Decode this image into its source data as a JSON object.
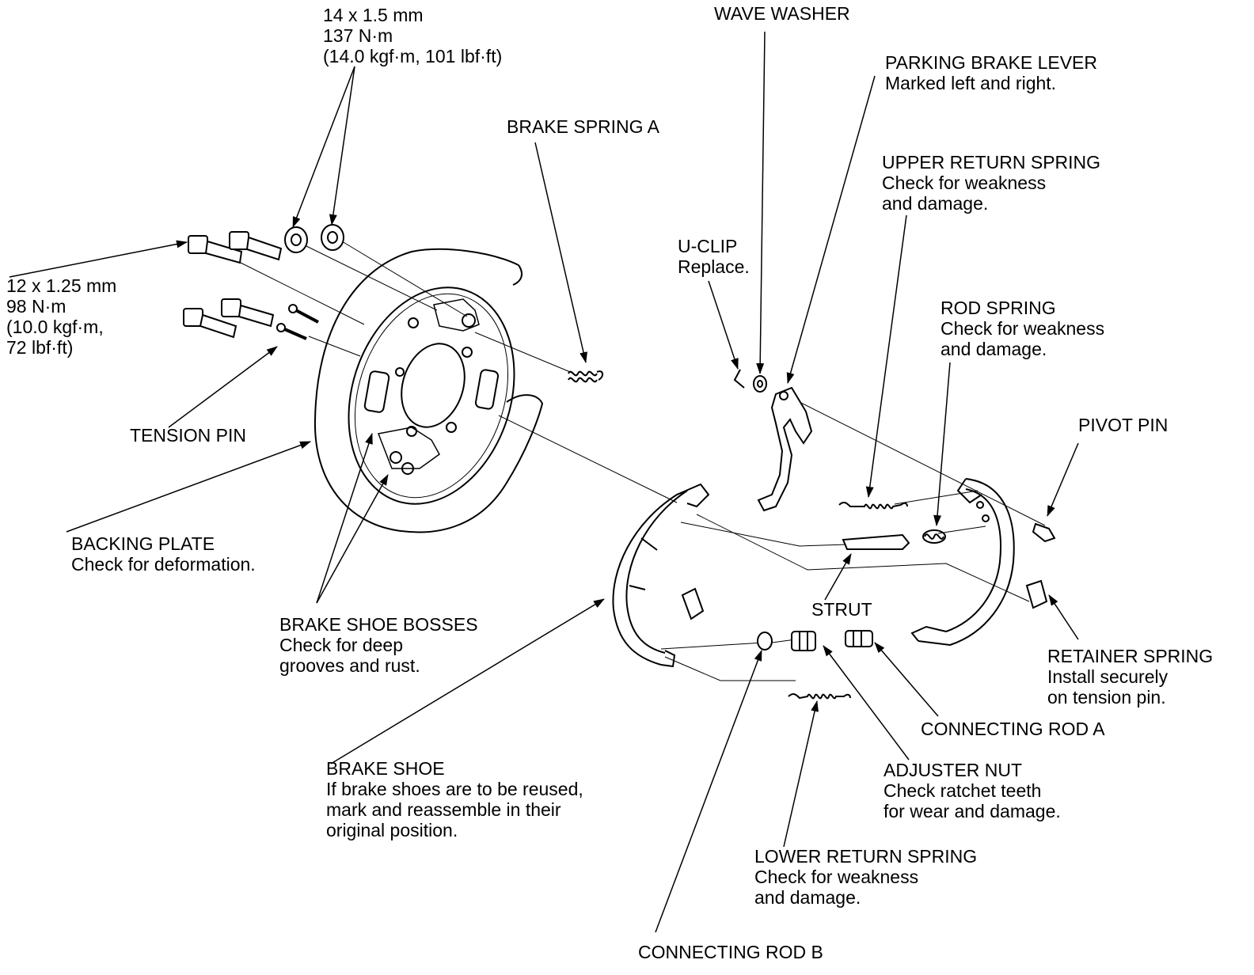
{
  "labels": {
    "torque_14": {
      "line1": "14 x 1.5 mm",
      "line2": "137 N·m",
      "line3": "(14.0 kgf·m, 101 lbf·ft)"
    },
    "torque_12": {
      "line1": "12 x 1.25 mm",
      "line2": "98 N·m",
      "line3": "(10.0 kgf·m,",
      "line4": "72 lbf·ft)"
    },
    "wave_washer": {
      "title": "WAVE WASHER"
    },
    "parking_brake_lever": {
      "title": "PARKING BRAKE LEVER",
      "note": "Marked left and right."
    },
    "brake_spring_a": {
      "title": "BRAKE SPRING A"
    },
    "upper_return_spring": {
      "title": "UPPER RETURN SPRING",
      "note1": "Check for weakness",
      "note2": "and damage."
    },
    "u_clip": {
      "title": "U-CLIP",
      "note": "Replace."
    },
    "rod_spring": {
      "title": "ROD SPRING",
      "note1": "Check for weakness",
      "note2": "and damage."
    },
    "pivot_pin": {
      "title": "PIVOT PIN"
    },
    "tension_pin": {
      "title": "TENSION PIN"
    },
    "backing_plate": {
      "title": "BACKING PLATE",
      "note": "Check for deformation."
    },
    "strut": {
      "title": "STRUT"
    },
    "brake_shoe_bosses": {
      "title": "BRAKE SHOE BOSSES",
      "note1": "Check for deep",
      "note2": "grooves and rust."
    },
    "retainer_spring": {
      "title": "RETAINER SPRING",
      "note1": "Install securely",
      "note2": "on tension pin."
    },
    "connecting_rod_a": {
      "title": "CONNECTING ROD A"
    },
    "brake_shoe": {
      "title": "BRAKE SHOE",
      "note1": "If brake shoes are to be reused,",
      "note2": "mark and reassemble in their",
      "note3": "original position."
    },
    "adjuster_nut": {
      "title": "ADJUSTER NUT",
      "note1": "Check ratchet teeth",
      "note2": "for wear and damage."
    },
    "lower_return_spring": {
      "title": "LOWER RETURN SPRING",
      "note1": "Check for weakness",
      "note2": "and damage."
    },
    "connecting_rod_b": {
      "title": "CONNECTING ROD B"
    }
  }
}
